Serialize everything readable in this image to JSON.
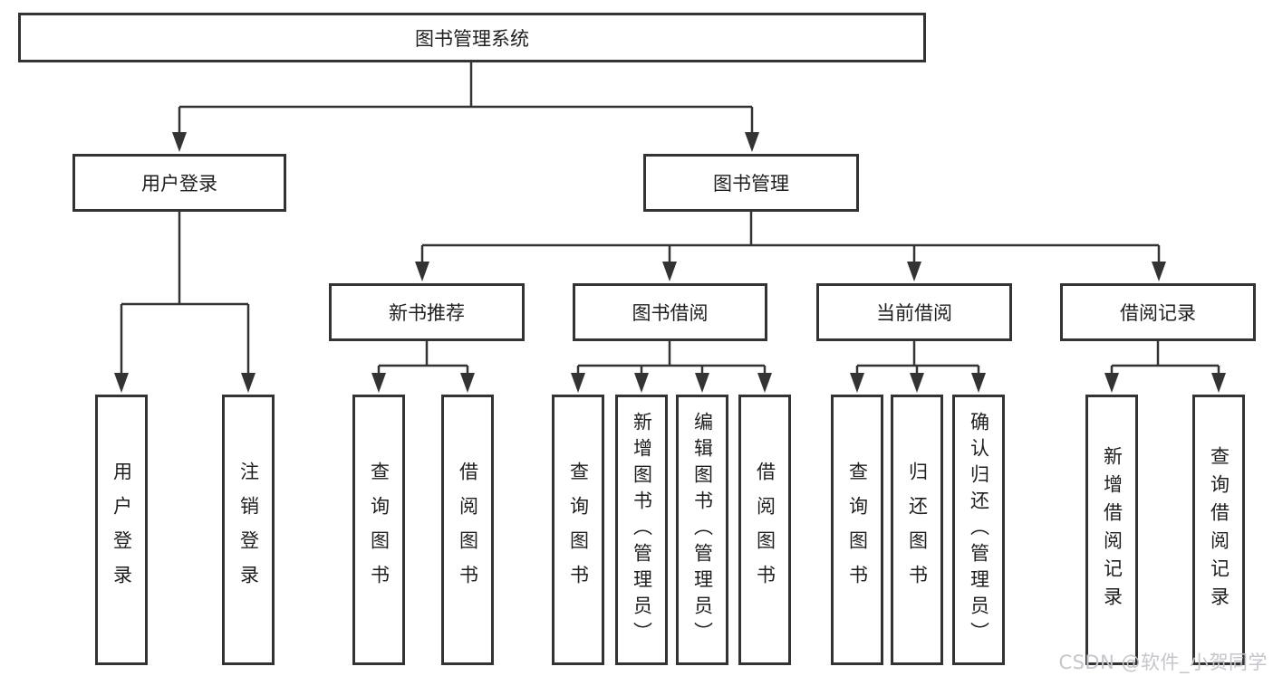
{
  "tree": {
    "label": "图书管理系统",
    "children": [
      {
        "label": "用户登录",
        "children": [
          {
            "label": "用户登录"
          },
          {
            "label": "注销登录"
          }
        ]
      },
      {
        "label": "图书管理",
        "children": [
          {
            "label": "新书推荐",
            "children": [
              {
                "label": "查询图书"
              },
              {
                "label": "借阅图书"
              }
            ]
          },
          {
            "label": "图书借阅",
            "children": [
              {
                "label": "查询图书"
              },
              {
                "label": "新增图书（管理员）"
              },
              {
                "label": "编辑图书（管理员）"
              },
              {
                "label": "借阅图书"
              }
            ]
          },
          {
            "label": "当前借阅",
            "children": [
              {
                "label": "查询图书"
              },
              {
                "label": "归还图书"
              },
              {
                "label": "确认归还（管理员）"
              }
            ]
          },
          {
            "label": "借阅记录",
            "children": [
              {
                "label": "新增借阅记录"
              },
              {
                "label": "查询借阅记录"
              }
            ]
          }
        ]
      }
    ]
  },
  "watermark": "CSDN @软件_小贺同学",
  "colors": {
    "line": "#333333",
    "box_border": "#333333",
    "box_background": "#ffffff",
    "text": "#1f1f1f",
    "watermark": "#c5c5cc"
  }
}
